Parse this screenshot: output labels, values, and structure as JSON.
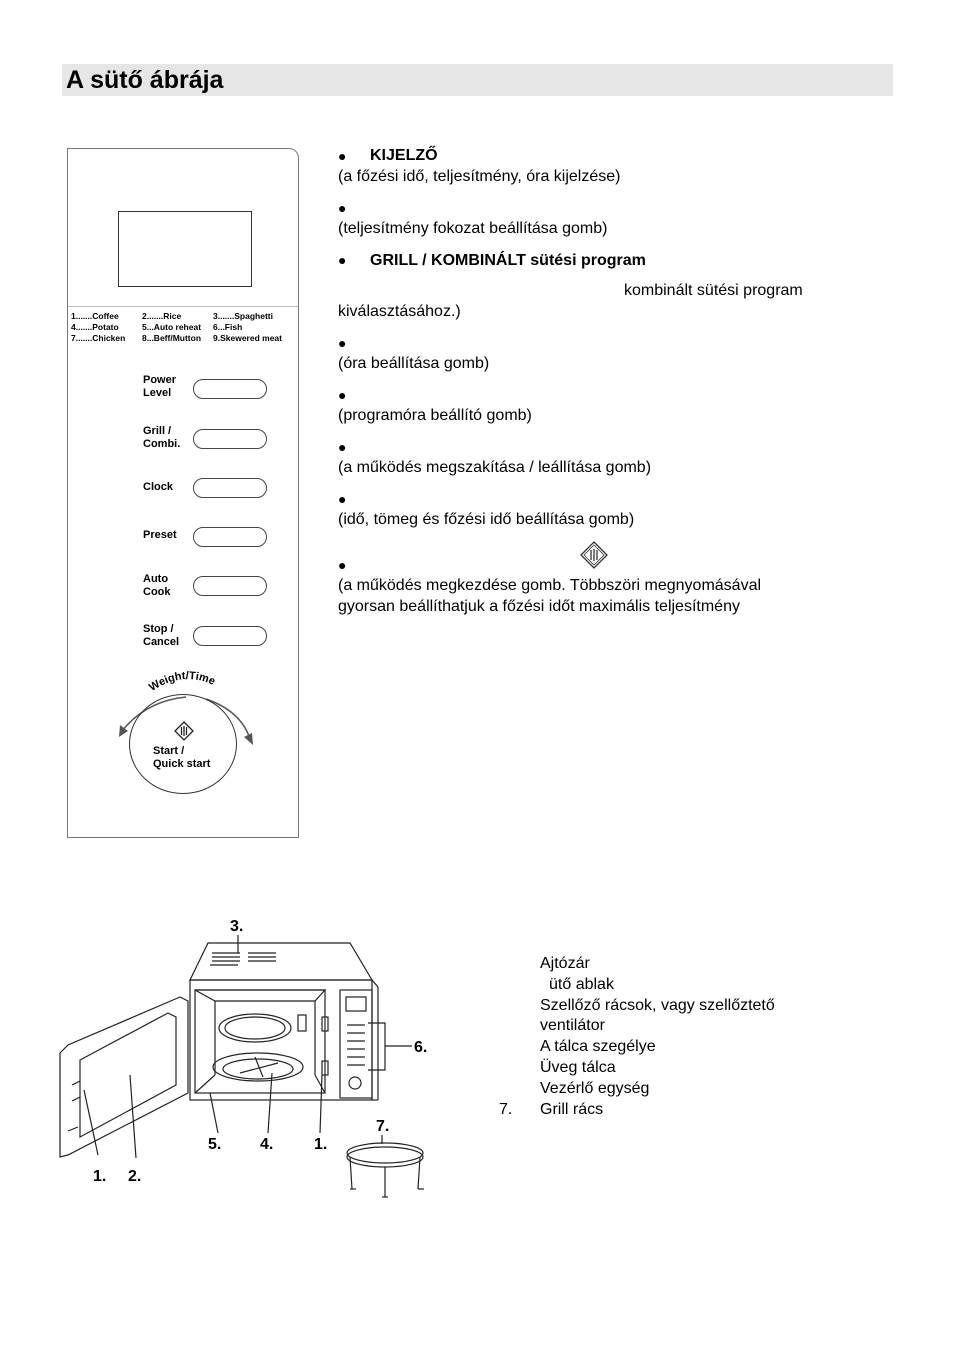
{
  "page": {
    "title": "A sütő ábrája"
  },
  "control_panel": {
    "menu": [
      [
        "1.......Coffee",
        "2.......Rice",
        "3.......Spaghetti"
      ],
      [
        "4.......Potato",
        "5...Auto reheat",
        "6...Fish"
      ],
      [
        "7.......Chicken",
        "8...Beff/Mutton",
        "9.Skewered meat"
      ]
    ],
    "buttons": [
      {
        "label_1": "Power",
        "label_2": "Level"
      },
      {
        "label_1": "Grill /",
        "label_2": "Combi."
      },
      {
        "label_1": "Clock",
        "label_2": ""
      },
      {
        "label_1": "Preset",
        "label_2": ""
      },
      {
        "label_1": "Auto",
        "label_2": "Cook"
      },
      {
        "label_1": "Stop /",
        "label_2": "Cancel"
      }
    ],
    "dial_arc_label": "Weight/Time",
    "start_label_1": "Start /",
    "start_label_2": "Quick start"
  },
  "descriptions": {
    "d1_title": "KIJELZŐ",
    "d1_text": "(a főzési idő, teljesítmény, óra kijelzése)",
    "d2_text": "(teljesítmény fokozat beállítása gomb)",
    "d3_title": "GRILL / KOMBINÁLT sütési program",
    "d3_text_1": "kombinált sütési program",
    "d3_text_2": "kiválasztásához.)",
    "d4_text": "(óra beállítása gomb)",
    "d5_text": "(programóra beállító gomb)",
    "d6_text": "(a működés megszakítása / leállítása gomb)",
    "d7_text": "(idő, tömeg és főzési idő beállítása gomb)",
    "d8_text_1": "(a működés megkezdése gomb. Többszöri megnyomásával",
    "d8_text_2": "gyorsan beállíthatjuk a főzési időt maximális teljesítmény",
    "bullet": "●"
  },
  "oven": {
    "callouts": [
      "1.",
      "2.",
      "3.",
      "4.",
      "5.",
      "1.",
      "6.",
      "7."
    ]
  },
  "parts": {
    "p1": "Ajtózár",
    "p2": "ütő ablak",
    "p3a": "Szellőző rácsok, vagy szellőztető",
    "p3b": "ventilátor",
    "p4": "A tálca szegélye",
    "p5": "Üveg tálca",
    "p6": "Vezérlő egység",
    "p7_num": "7.",
    "p7": "Grill rács"
  }
}
